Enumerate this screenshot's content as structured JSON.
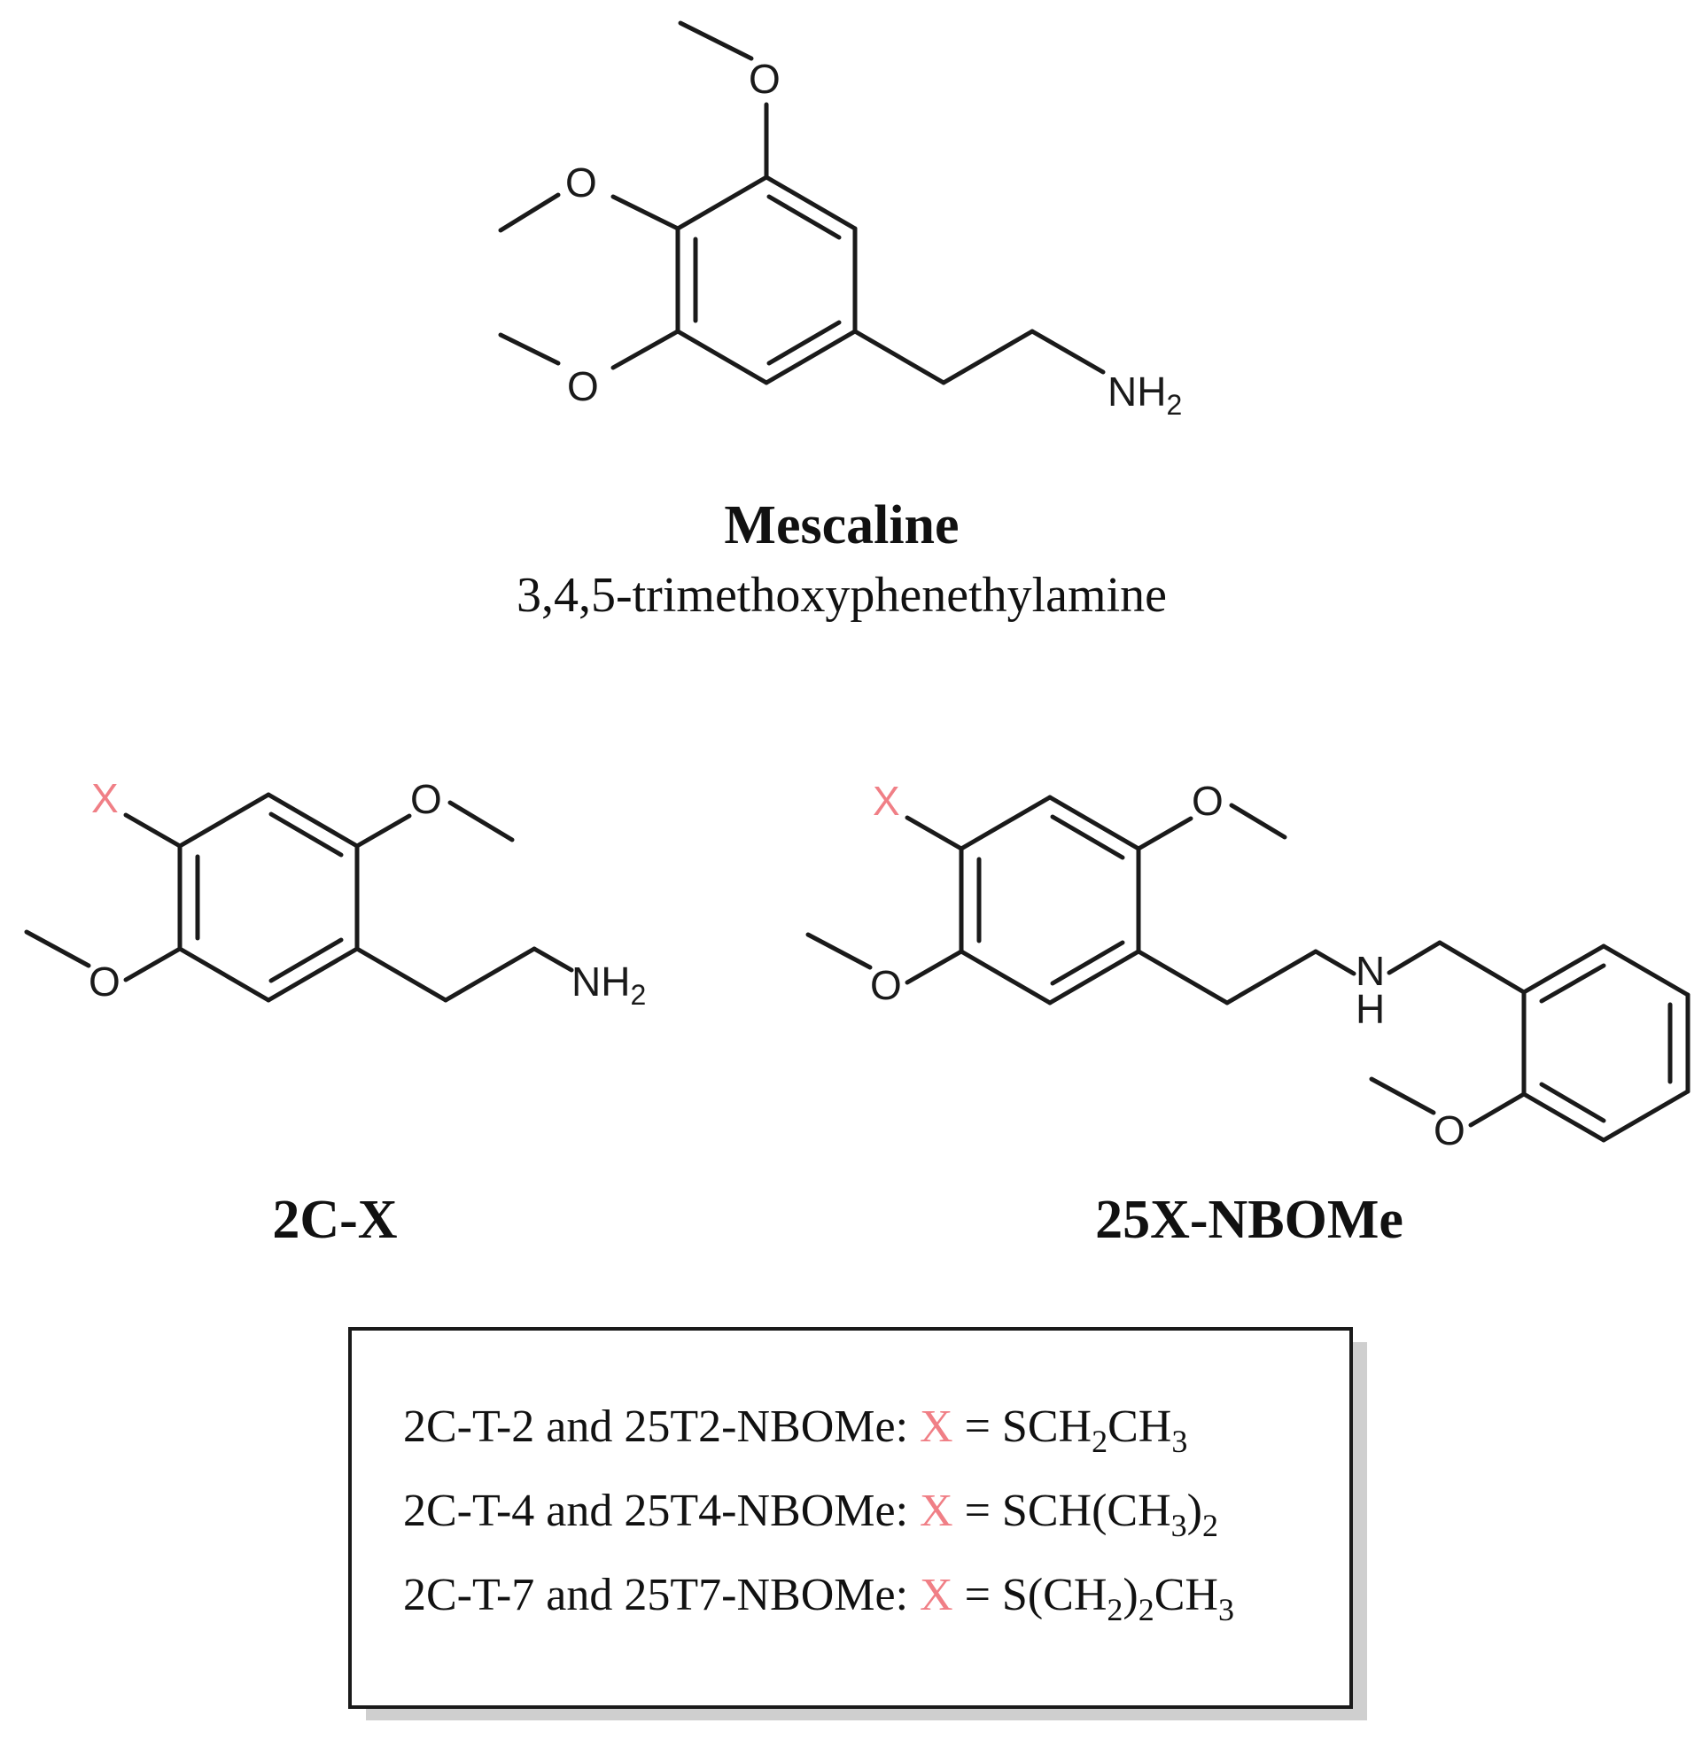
{
  "colors": {
    "ink": "#1a1a1a",
    "x_highlight": "#f07f86",
    "box_shadow": "#cfcfcf"
  },
  "mescaline": {
    "name": "Mescaline",
    "iupac": "3,4,5-trimethoxyphenethylamine",
    "atoms": {
      "o_top": "O",
      "o_mid": "O",
      "o_bottom": "O",
      "amine": "NH",
      "amine_sub": "2"
    }
  },
  "c2x": {
    "name": "2C-X",
    "atoms": {
      "x": "X",
      "o_right": "O",
      "o_left": "O",
      "amine": "NH",
      "amine_sub": "2"
    }
  },
  "nbome": {
    "name": "25X-NBOMe",
    "atoms": {
      "x": "X",
      "o_right": "O",
      "o_left": "O",
      "n": "N",
      "h": "H",
      "o_benzyl": "O"
    }
  },
  "legend": {
    "rows": [
      {
        "compounds": "2C-T-2 and 25T2-NBOMe:",
        "x": "X",
        "eq": "=",
        "formula_parts": [
          {
            "t": "SCH",
            "sub": false
          },
          {
            "t": "2",
            "sub": true
          },
          {
            "t": "CH",
            "sub": false
          },
          {
            "t": "3",
            "sub": true
          }
        ]
      },
      {
        "compounds": "2C-T-4 and 25T4-NBOMe:",
        "x": "X",
        "eq": "=",
        "formula_parts": [
          {
            "t": "SCH(CH",
            "sub": false
          },
          {
            "t": "3",
            "sub": true
          },
          {
            "t": ")",
            "sub": false
          },
          {
            "t": "2",
            "sub": true
          }
        ]
      },
      {
        "compounds": "2C-T-7 and 25T7-NBOMe:",
        "x": "X",
        "eq": "=",
        "formula_parts": [
          {
            "t": "S(CH",
            "sub": false
          },
          {
            "t": "2",
            "sub": true
          },
          {
            "t": ")",
            "sub": false
          },
          {
            "t": "2",
            "sub": true
          },
          {
            "t": "CH",
            "sub": false
          },
          {
            "t": "3",
            "sub": true
          }
        ]
      }
    ]
  }
}
